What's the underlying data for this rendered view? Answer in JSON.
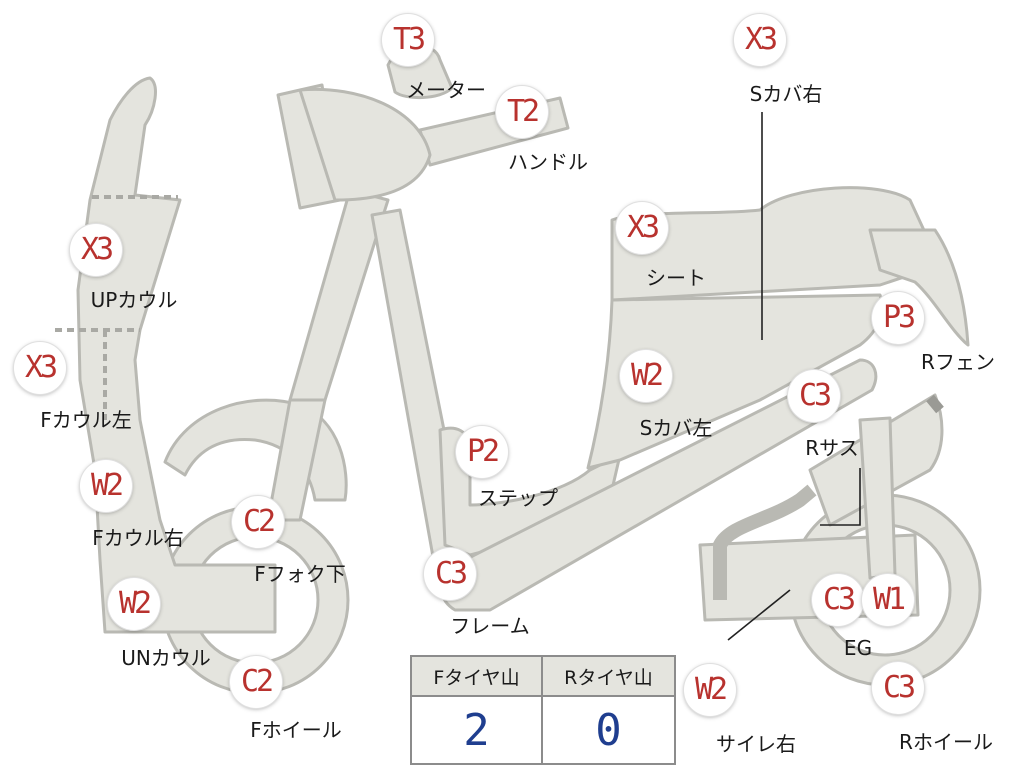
{
  "parts": [
    {
      "id": "meter",
      "grade": "T3",
      "label": "メーター"
    },
    {
      "id": "handle",
      "grade": "T2",
      "label": "ハンドル"
    },
    {
      "id": "s-cover-right",
      "grade": "X3",
      "label": "Sカバ右"
    },
    {
      "id": "seat",
      "grade": "X3",
      "label": "シート"
    },
    {
      "id": "up-cowl",
      "grade": "X3",
      "label": "UPカウル"
    },
    {
      "id": "r-fender",
      "grade": "P3",
      "label": "Rフェン"
    },
    {
      "id": "f-cowl-left",
      "grade": "X3",
      "label": "Fカウル左"
    },
    {
      "id": "s-cover-left",
      "grade": "W2",
      "label": "Sカバ左"
    },
    {
      "id": "r-suspension",
      "grade": "C3",
      "label": "Rサス"
    },
    {
      "id": "step",
      "grade": "P2",
      "label": "ステップ"
    },
    {
      "id": "f-cowl-right",
      "grade": "W2",
      "label": "Fカウル右"
    },
    {
      "id": "f-fork-lower",
      "grade": "C2",
      "label": "Fフォク下"
    },
    {
      "id": "frame",
      "grade": "C3",
      "label": "フレーム"
    },
    {
      "id": "engine",
      "grade": "C3",
      "grade2": "W1",
      "label": "EG"
    },
    {
      "id": "un-cowl",
      "grade": "W2",
      "label": "UNカウル"
    },
    {
      "id": "f-wheel",
      "grade": "C2",
      "label": "Fホイール"
    },
    {
      "id": "muffler-right",
      "grade": "W2",
      "label": "サイレ右"
    },
    {
      "id": "r-wheel",
      "grade": "C3",
      "label": "Rホイール"
    }
  ],
  "tread_table": {
    "headers": [
      "Fタイヤ山",
      "Rタイヤ山"
    ],
    "values": [
      "2",
      "0"
    ]
  },
  "colors": {
    "grade_text": "#b8322e",
    "tread_value": "#1f3e8f",
    "part_fill": "#e4e4de",
    "part_outline": "#b9b9b3"
  }
}
